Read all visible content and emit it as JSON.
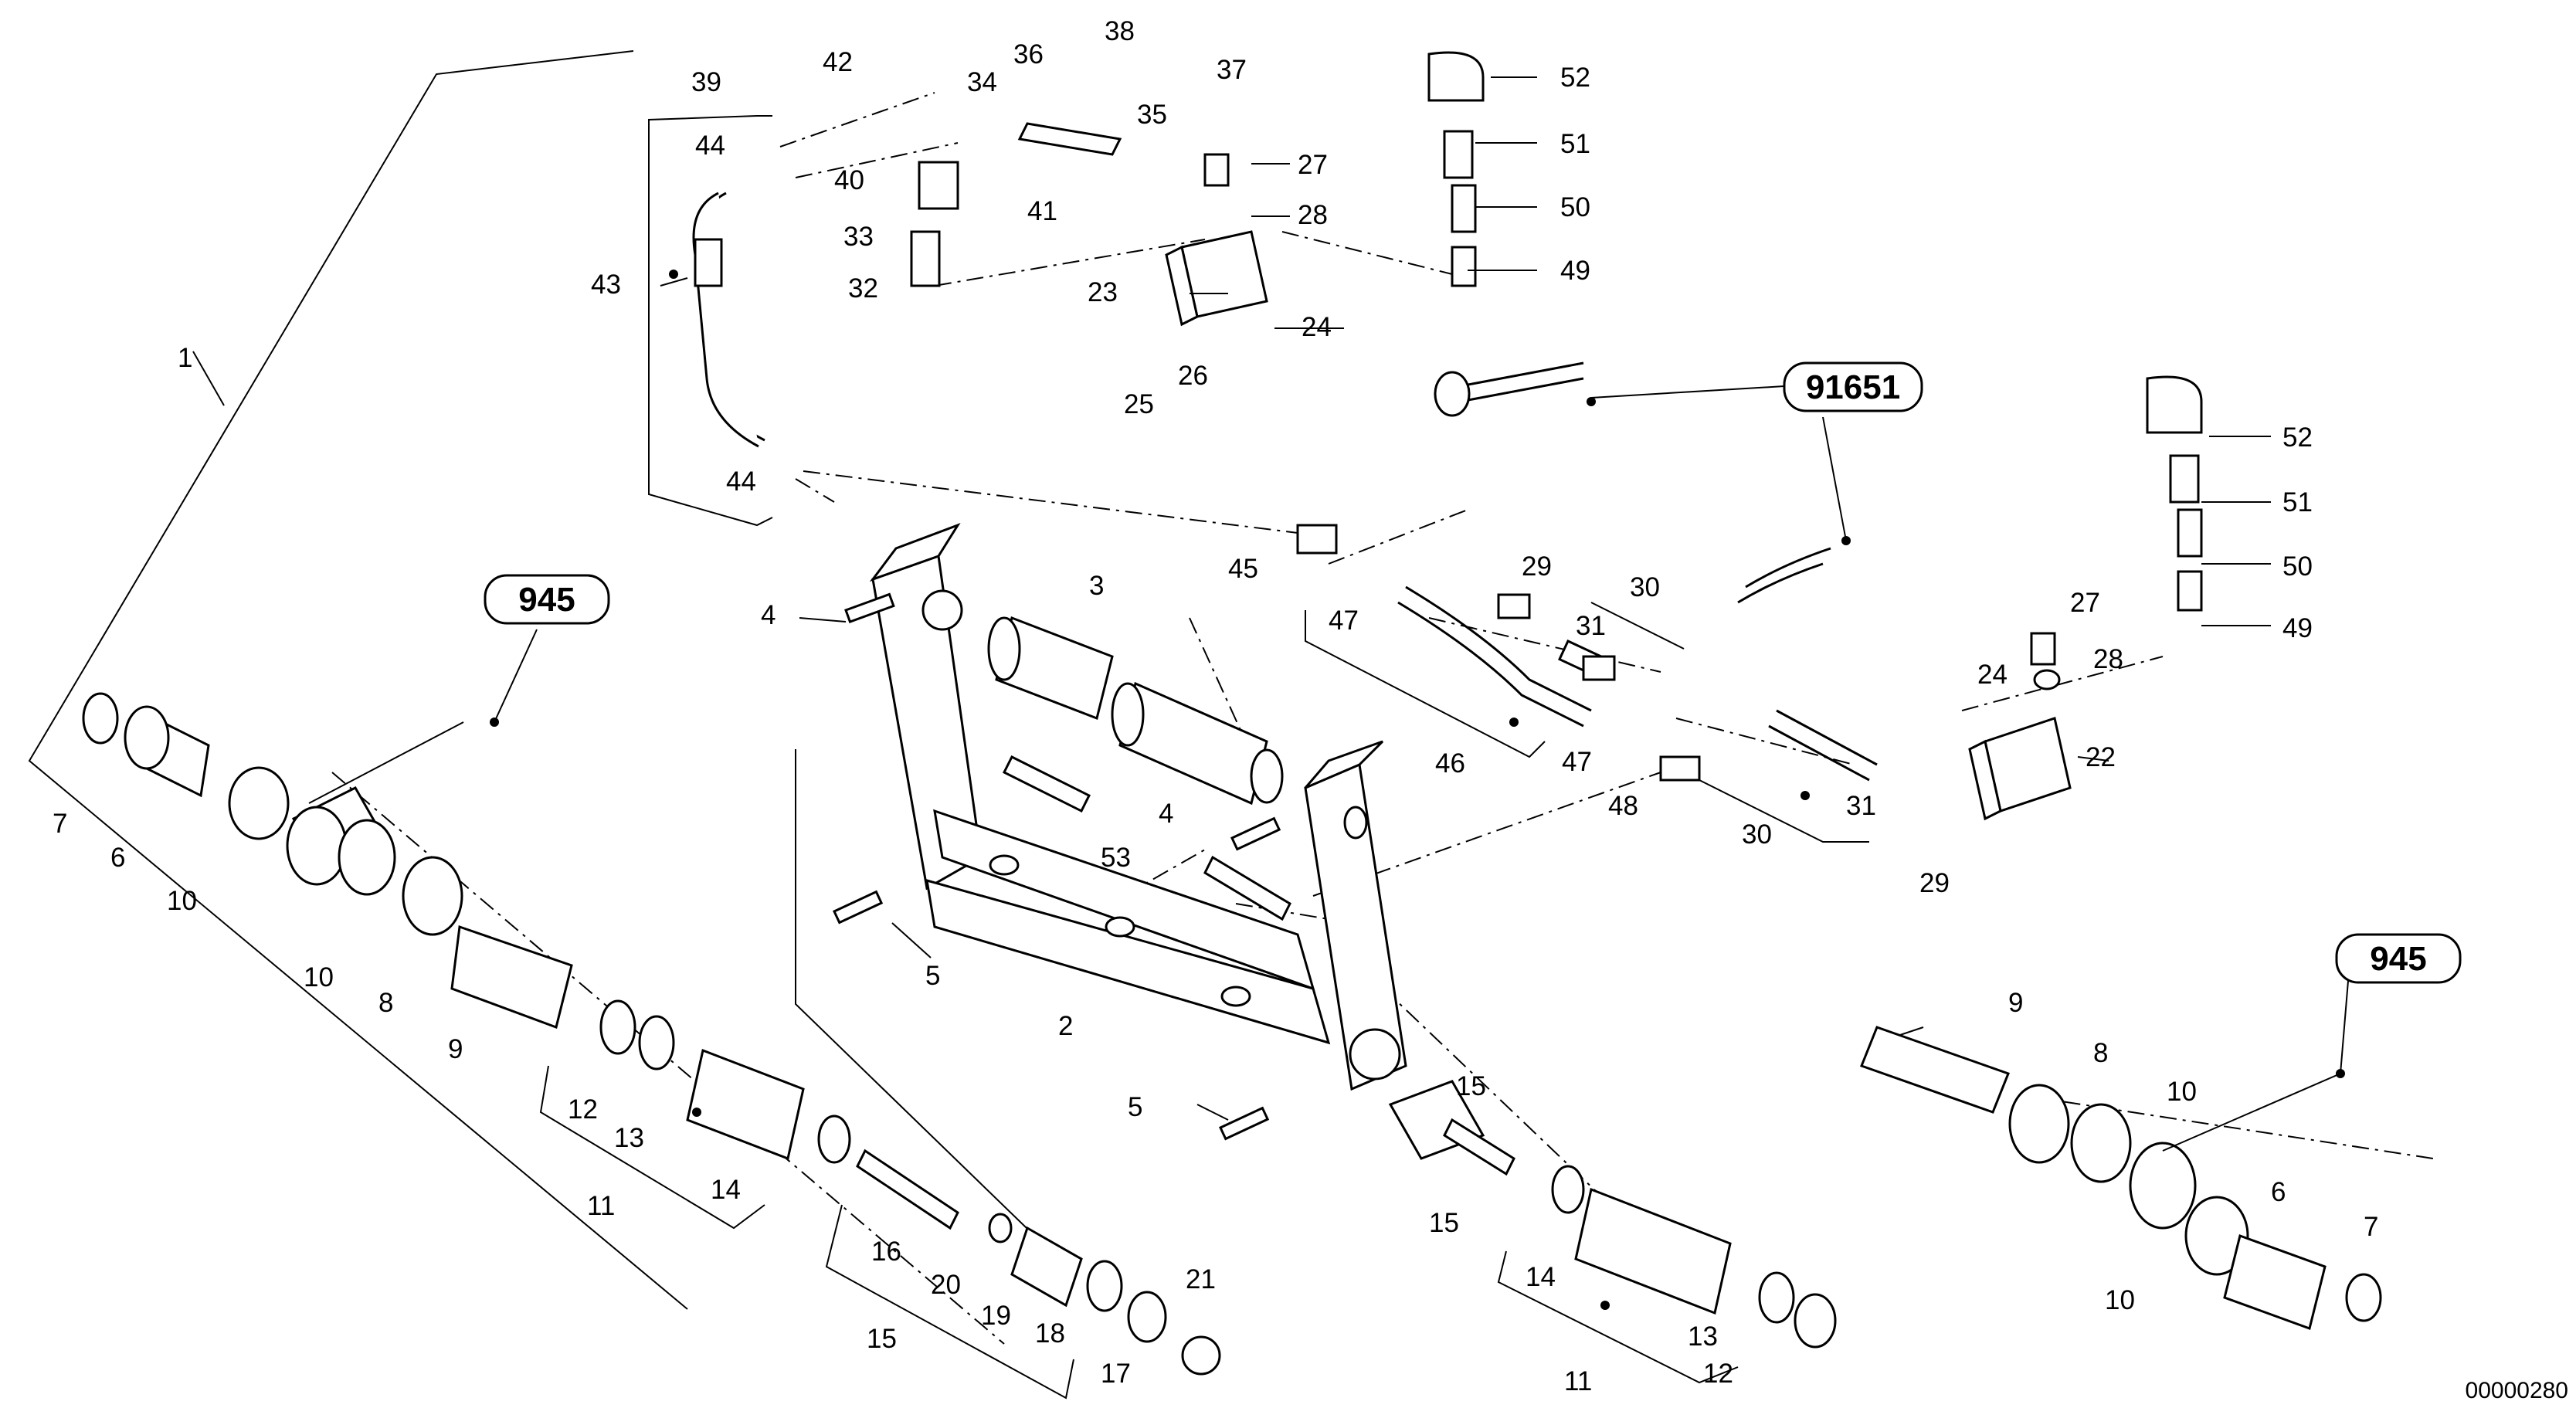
{
  "document_id": "00000280",
  "references": [
    "945",
    "91651",
    "945"
  ],
  "part_numbers": [
    "1",
    "2",
    "3",
    "4",
    "4",
    "5",
    "5",
    "6",
    "6",
    "7",
    "7",
    "8",
    "8",
    "9",
    "9",
    "10",
    "10",
    "10",
    "10",
    "11",
    "11",
    "12",
    "12",
    "13",
    "13",
    "14",
    "14",
    "15",
    "15",
    "15",
    "16",
    "17",
    "18",
    "19",
    "20",
    "21",
    "22",
    "23",
    "24",
    "24",
    "25",
    "26",
    "27",
    "27",
    "28",
    "28",
    "29",
    "29",
    "30",
    "30",
    "31",
    "31",
    "32",
    "33",
    "34",
    "35",
    "36",
    "37",
    "38",
    "39",
    "40",
    "41",
    "42",
    "43",
    "44",
    "44",
    "45",
    "46",
    "47",
    "47",
    "48",
    "49",
    "49",
    "50",
    "50",
    "51",
    "51",
    "52",
    "52",
    "53"
  ]
}
